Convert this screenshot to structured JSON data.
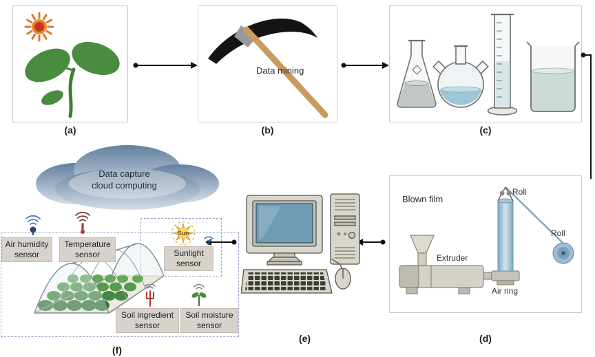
{
  "figure": {
    "panels": {
      "a": {
        "label": "(a)"
      },
      "b": {
        "label": "(b)",
        "caption": "Data mining"
      },
      "c": {
        "label": "(c)"
      },
      "d": {
        "label": "(d)",
        "title": "Blown film",
        "extruder": "Extruder",
        "air_ring": "Air ring",
        "roll_top": "Roll",
        "roll_side": "Roll"
      },
      "e": {
        "label": "(e)"
      },
      "f": {
        "label": "(f)",
        "cloud_line1": "Data capture",
        "cloud_line2": "cloud computing",
        "sun_label": "Sun",
        "sensors": {
          "air_humidity": "Air humidity sensor",
          "temperature": "Temperature sensor",
          "sunlight": "Sunlight sensor",
          "soil_ingredient": "Soil ingredient sensor",
          "soil_moisture": "Soil moisture sensor"
        }
      }
    },
    "colors": {
      "plant_green": "#4a8c3f",
      "sun_orange": "#e8872f",
      "pickaxe_handle": "#c99b5f",
      "film_blue": "#7fa6c2",
      "cloud_blue": "#64809f",
      "sensor_label_bg": "#d8d2cc",
      "arrow": "#111111"
    },
    "icons": [
      "sun-icon",
      "seedling-icon",
      "pickaxe-icon",
      "erlenmeyer-flask-icon",
      "round-flask-icon",
      "graduated-cylinder-icon",
      "beaker-icon",
      "extruder-icon",
      "film-bubble-icon",
      "roll-wheel-icon",
      "computer-icon",
      "cloud-icon",
      "greenhouse-icon",
      "air-humidity-sensor-icon",
      "temperature-sensor-icon",
      "sun-star-icon",
      "wifi-icon",
      "soil-ingredient-sensor-icon",
      "soil-moisture-sensor-icon"
    ]
  }
}
